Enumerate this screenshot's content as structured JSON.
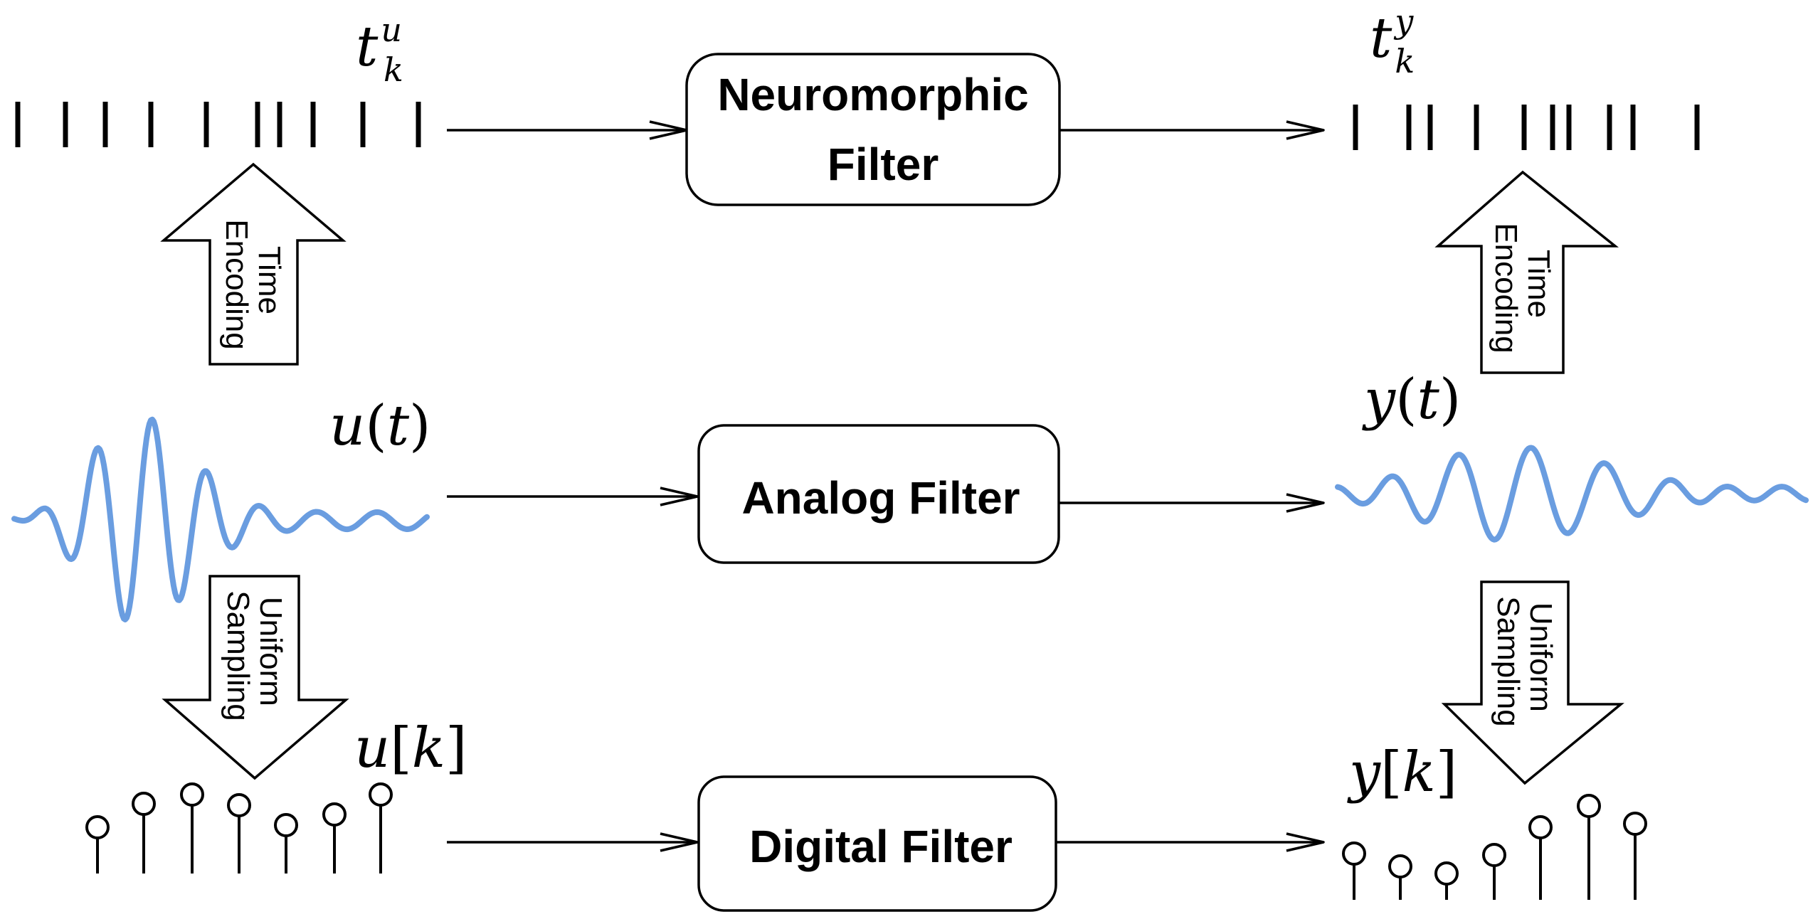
{
  "blocks": {
    "neuromorphic": {
      "line1": "Neuromorphic",
      "line2": "Filter"
    },
    "analog": {
      "label": "Analog Filter"
    },
    "digital": {
      "label": "Digital Filter"
    }
  },
  "conversions": {
    "time_encoding": {
      "line1": "Time",
      "line2": "Encoding"
    },
    "uniform_sampling": {
      "line1": "Uniform",
      "line2": "Sampling"
    }
  },
  "signals": {
    "input_spikes": {
      "base": "t",
      "sub": "k",
      "sup": "u"
    },
    "output_spikes": {
      "base": "t",
      "sub": "k",
      "sup": "y"
    },
    "input_analog": {
      "name": "u",
      "lparen": "(",
      "arg": "t",
      "rparen": ")"
    },
    "output_analog": {
      "name": "y",
      "lparen": "(",
      "arg": "t",
      "rparen": ")"
    },
    "input_digital": {
      "name": "u",
      "lbracket": "[",
      "arg": "k",
      "rbracket": "]"
    },
    "output_digital": {
      "name": "y",
      "lbracket": "[",
      "arg": "k",
      "rbracket": "]"
    }
  },
  "colors": {
    "waveform": "#6a9de0",
    "stroke": "#000000"
  }
}
